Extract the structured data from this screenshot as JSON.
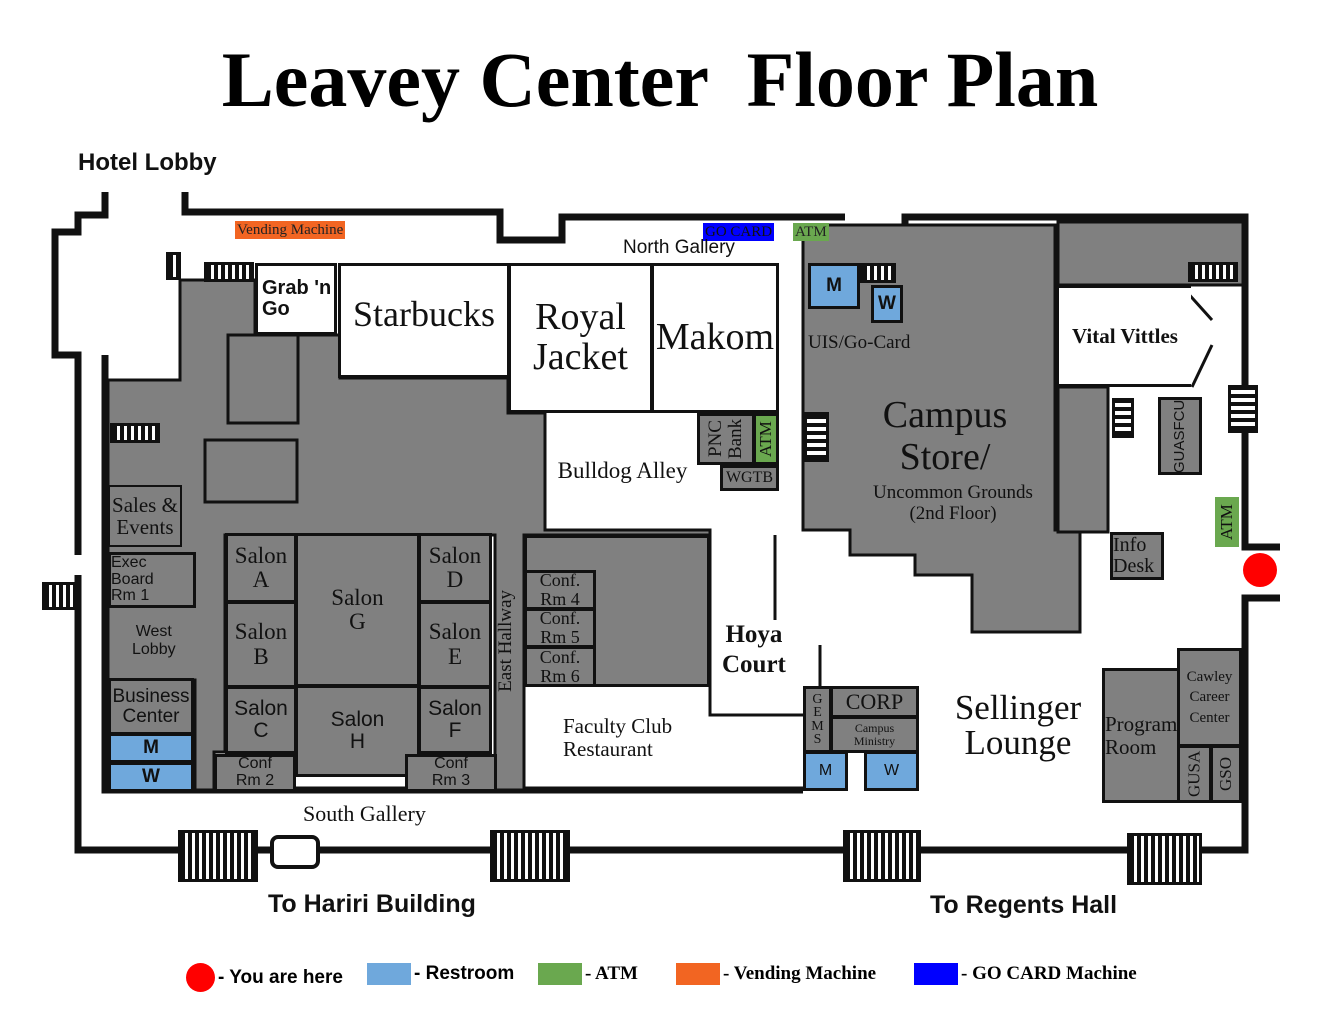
{
  "title": "Leavey Center  Floor Plan",
  "hotel_lobby": "Hotel Lobby",
  "to_hariri": "To Hariri Building",
  "to_regents": "To Regents Hall",
  "north_gallery": "North Gallery",
  "south_gallery": "South Gallery",
  "east_hallway": "East Hallway",
  "west_lobby": "West\nLobby",
  "sellinger": "Sellinger\nLounge",
  "hoya_court": "Hoya\nCourt",
  "faculty_club": "Faculty Club\nRestaurant",
  "uis": "UIS/Go-Card",
  "campus_store": "Campus\nStore/",
  "campus_store_sub": "Uncommon Grounds\n(2nd Floor)",
  "markers": {
    "vending": "Vending Machine",
    "gocard": "GO CARD",
    "atm_north": "ATM",
    "atm_pnc": "ATM",
    "atm_east": "ATM"
  },
  "rooms": {
    "grab": "Grab 'n\nGo",
    "starbucks": "Starbucks",
    "royal": "Royal\nJacket",
    "makom": "Makom",
    "bulldog": "Bulldog Alley",
    "pnc": "PNC\nBank",
    "wgtb": "WGTB",
    "sales": "Sales &\nEvents",
    "exec": "Exec Board\nRm 1",
    "business": "Business\nCenter",
    "salon_a": "Salon\nA",
    "salon_b": "Salon\nB",
    "salon_c": "Salon\nC",
    "salon_d": "Salon\nD",
    "salon_e": "Salon\nE",
    "salon_f": "Salon\nF",
    "salon_g": "Salon\nG",
    "salon_h": "Salon\nH",
    "conf2": "Conf\nRm 2",
    "conf3": "Conf\nRm 3",
    "conf4": "Conf.\nRm 4",
    "conf5": "Conf.\nRm 5",
    "conf6": "Conf.\nRm 6",
    "gems": "G\nE\nM\nS",
    "corp": "CORP",
    "ministry": "Campus\nMinistry",
    "vital": "Vital Vittles",
    "guasfcu": "GUASFCU",
    "info": "Info\nDesk",
    "program": "Program\nRoom",
    "cawley": "Cawley\nCareer\nCenter",
    "gusa": "GUSA",
    "gso": "GSO"
  },
  "restrooms": {
    "m": "M",
    "w": "W"
  },
  "legend": [
    {
      "label": "- You are here",
      "color": "#ff0000"
    },
    {
      "label": "- Restroom",
      "color": "#6fa8dc"
    },
    {
      "label": "- ATM",
      "color": "#6aa84f"
    },
    {
      "label": "- Vending Machine",
      "color": "#f26522"
    },
    {
      "label": "- GO CARD Machine",
      "color": "#0000ff"
    }
  ],
  "colors": {
    "room": "#808080",
    "restroom": "#6fa8dc",
    "atm": "#6aa84f",
    "vending": "#f26522",
    "gocard": "#0000ff",
    "you_are_here": "#ff0000"
  }
}
